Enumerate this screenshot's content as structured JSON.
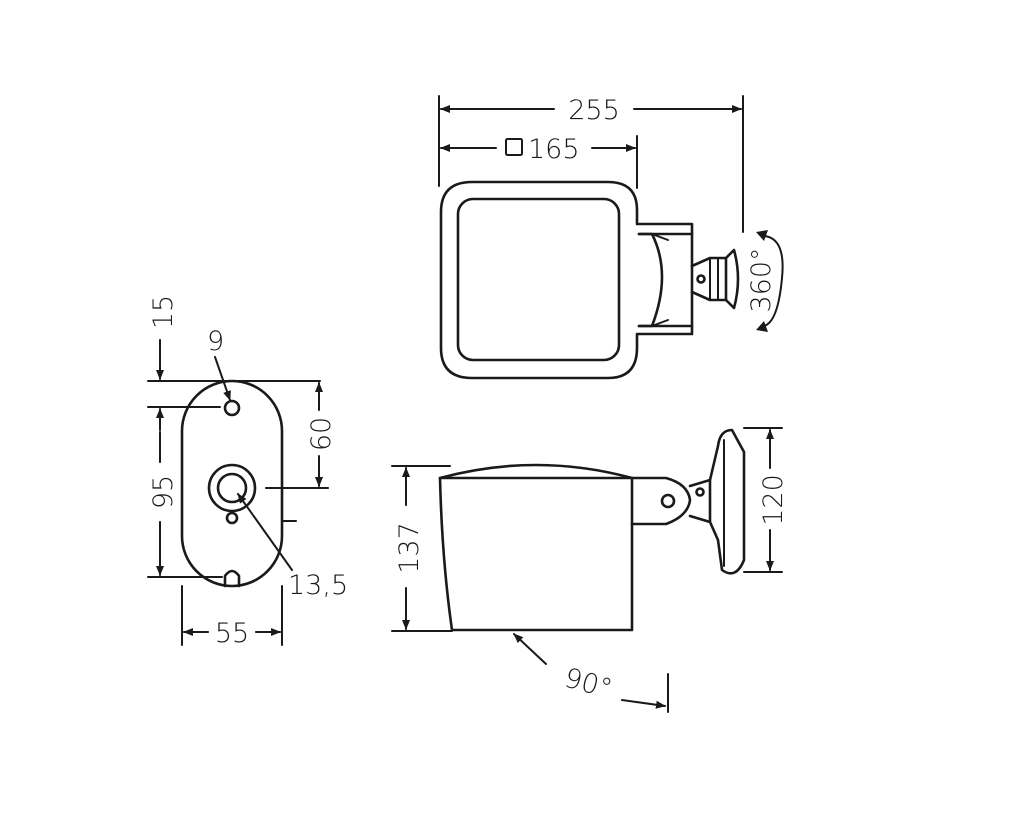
{
  "dimensions": {
    "width_total": "255",
    "square_size": "165",
    "rotation": "360°",
    "hole_small": "9",
    "top_offset": "15",
    "hole_spacing": "60",
    "plate_height": "95",
    "hole_large": "13,5",
    "plate_width": "55",
    "body_height": "137",
    "bracket_height": "120",
    "tilt_angle": "90°"
  },
  "colors": {
    "stroke": "#1a1a1a",
    "background": "#ffffff"
  }
}
